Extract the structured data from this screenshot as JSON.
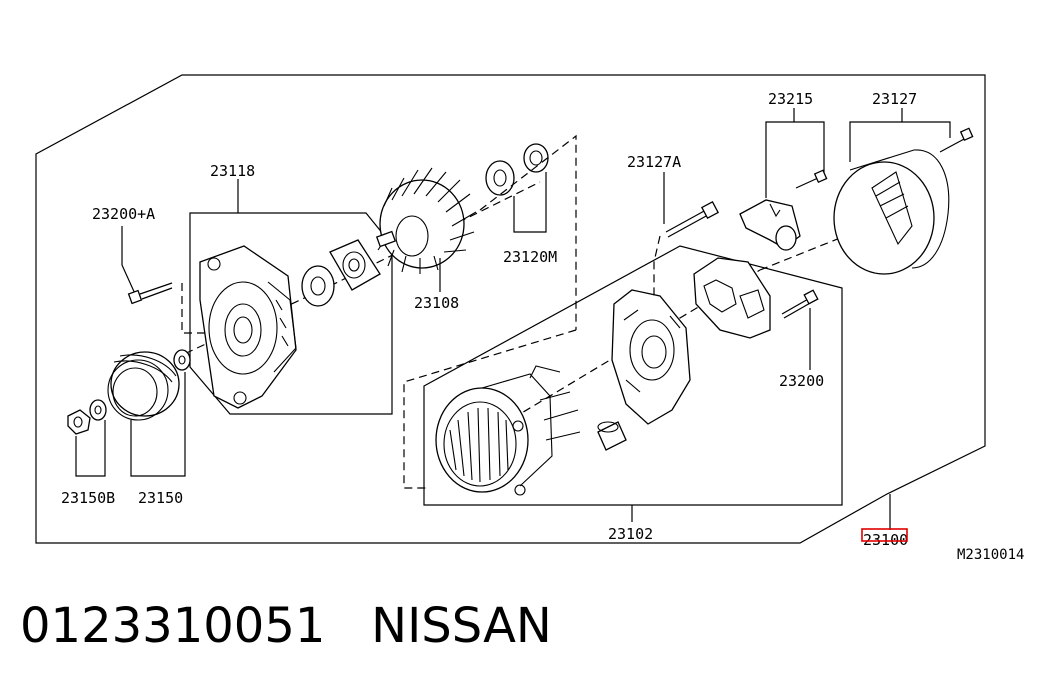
{
  "labels": {
    "p23118": "23118",
    "p23200a": "23200+A",
    "p23150b": "23150B",
    "p23150": "23150",
    "p23108": "23108",
    "p23120m": "23120M",
    "p23127a": "23127A",
    "p23215": "23215",
    "p23127": "23127",
    "p23200": "23200",
    "p23102": "23102",
    "p23100": "23100"
  },
  "ref_code": "M2310014",
  "caption": {
    "part_number": "0123310051",
    "brand": "NISSAN"
  },
  "colors": {
    "line": "#000000",
    "highlight": "#e00000",
    "background": "#ffffff"
  }
}
